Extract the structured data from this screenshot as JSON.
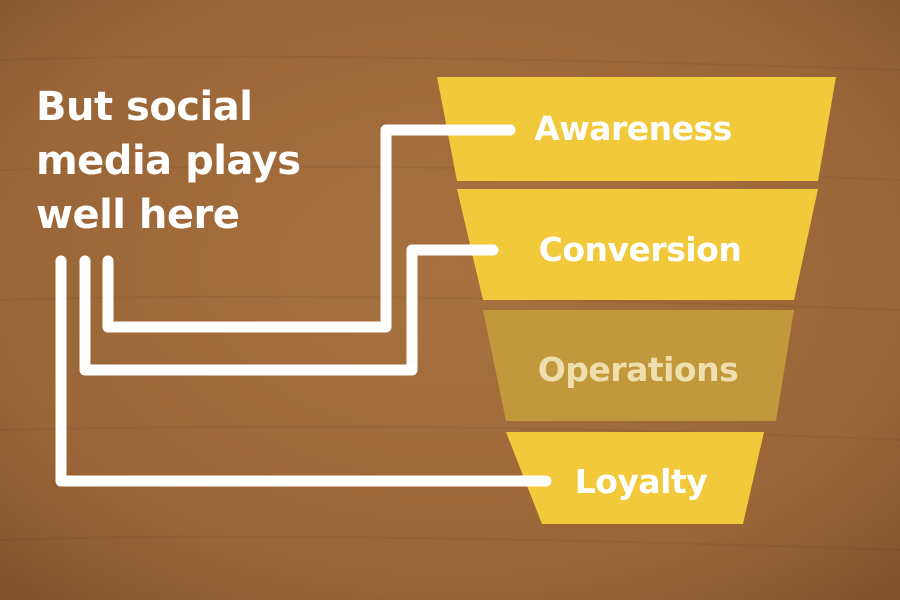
{
  "headline": {
    "lines": [
      "But social",
      "media plays",
      "well here"
    ]
  },
  "funnel": {
    "stages": [
      {
        "label": "Awareness",
        "highlighted": true
      },
      {
        "label": "Conversion",
        "highlighted": true
      },
      {
        "label": "Operations",
        "highlighted": false
      },
      {
        "label": "Loyalty",
        "highlighted": true
      }
    ]
  },
  "colors": {
    "background": "#a16b3c",
    "funnel_highlight": "#f1c93a",
    "funnel_dim": "#c1993c",
    "connector": "#ffffff",
    "label_text": "#ffffff",
    "label_text_dim": "#f0dfae"
  }
}
